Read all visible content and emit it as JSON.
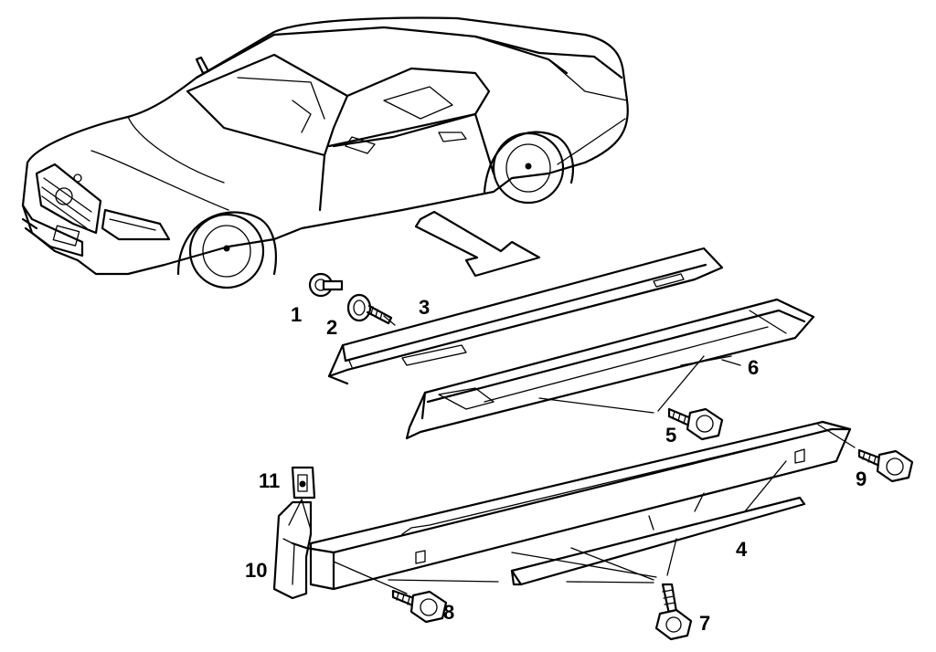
{
  "callouts": [
    {
      "id": "1",
      "text": "1"
    },
    {
      "id": "2",
      "text": "2"
    },
    {
      "id": "3",
      "text": "3"
    },
    {
      "id": "4",
      "text": "4"
    },
    {
      "id": "5",
      "text": "5"
    },
    {
      "id": "6",
      "text": "6"
    },
    {
      "id": "7",
      "text": "7"
    },
    {
      "id": "8",
      "text": "8"
    },
    {
      "id": "9",
      "text": "9"
    },
    {
      "id": "10",
      "text": "10"
    },
    {
      "id": "11",
      "text": "11"
    }
  ],
  "colors": {
    "ink": "#000000",
    "paper": "#ffffff"
  },
  "icons": {
    "view-direction": "arrow-icon",
    "fastener": "bolt-icon",
    "clip": "clip-icon"
  }
}
